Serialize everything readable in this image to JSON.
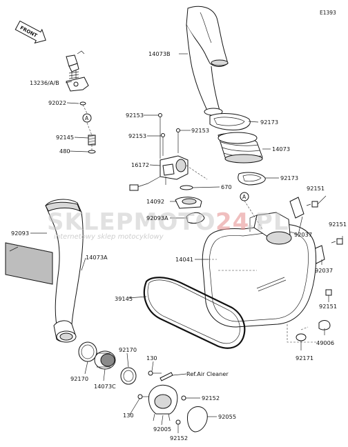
{
  "figure_code": "E1393",
  "front_label": "FRONT",
  "ref_note": "Ref.Air Cleaner",
  "watermark": {
    "main": "SKLEPMOTO",
    "accent": "24",
    "suffix": ".PL",
    "tagline": "internetowy sklep motocyklowy"
  },
  "reference_circles": [
    "A",
    "A"
  ],
  "labels": {
    "l14073B": "14073B",
    "l13236": "13236/A/B",
    "l92022": "92022",
    "l92145": "92145",
    "l480": "480",
    "l92153a": "92153",
    "l92153b": "92153",
    "l92153c": "92153",
    "l16172": "16172",
    "l92173a": "92173",
    "l14073": "14073",
    "l92173b": "92173",
    "l670": "670",
    "l14092": "14092",
    "l92093A": "92093A",
    "l92151a": "92151",
    "l92151b": "92151",
    "l92037a": "92037",
    "l92037b": "92037",
    "l92093": "92093",
    "l14073A": "14073A",
    "l14041": "14041",
    "l39145": "39145",
    "l92151c": "92151",
    "l49006": "49006",
    "l92171": "92171",
    "l92170a": "92170",
    "l92170b": "92170",
    "l14073C": "14073C",
    "l130a": "130",
    "l130b": "130",
    "l92152a": "92152",
    "l92152b": "92152",
    "l92005": "92005",
    "l92055": "92055"
  }
}
